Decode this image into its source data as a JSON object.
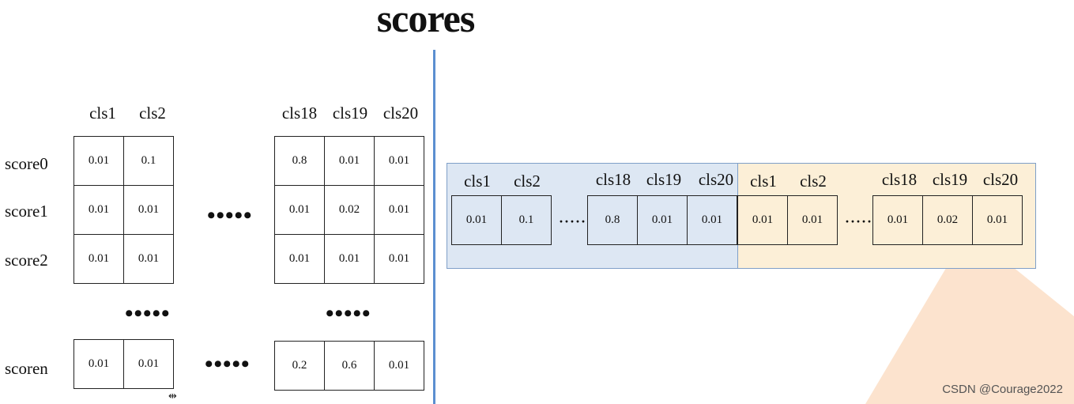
{
  "title": "scores",
  "left": {
    "headers_left": [
      "cls1",
      "cls2"
    ],
    "headers_right": [
      "cls18",
      "cls19",
      "cls20"
    ],
    "row_labels": [
      "score0",
      "score1",
      "score2",
      "scoren"
    ],
    "rows_left": [
      [
        "0.01",
        "0.1"
      ],
      [
        "0.01",
        "0.01"
      ],
      [
        "0.01",
        "0.01"
      ]
    ],
    "rows_right": [
      [
        "0.8",
        "0.01",
        "0.01"
      ],
      [
        "0.01",
        "0.02",
        "0.01"
      ],
      [
        "0.01",
        "0.01",
        "0.01"
      ]
    ],
    "last_left": [
      "0.01",
      "0.01"
    ],
    "last_right": [
      "0.2",
      "0.6",
      "0.01"
    ],
    "ellipsis": "•••••"
  },
  "right": {
    "blue": {
      "headers_a": [
        "cls1",
        "cls2"
      ],
      "headers_b": [
        "cls18",
        "cls19",
        "cls20"
      ],
      "values_a": [
        "0.01",
        "0.1"
      ],
      "values_b": [
        "0.8",
        "0.01",
        "0.01"
      ],
      "color": "#dde7f3"
    },
    "yellow": {
      "headers_a": [
        "cls1",
        "cls2"
      ],
      "headers_b": [
        "cls18",
        "cls19",
        "cls20"
      ],
      "values_a": [
        "0.01",
        "0.01"
      ],
      "values_b": [
        "0.01",
        "0.02",
        "0.01"
      ],
      "color": "#fcefd7"
    },
    "ellipsis": "·····"
  },
  "watermark": "CSDN @Courage2022",
  "colors": {
    "divider": "#5b8fd0",
    "watermark_shape": "#f6b98a"
  }
}
